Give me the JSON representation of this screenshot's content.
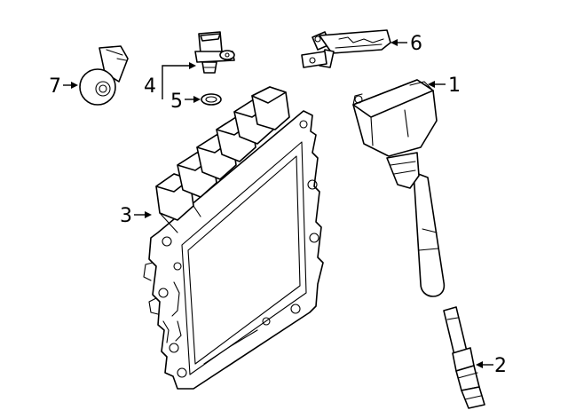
{
  "callouts": {
    "c1": "1",
    "c2": "2",
    "c3": "3",
    "c4": "4",
    "c5": "5",
    "c6": "6",
    "c7": "7"
  },
  "parts": [
    {
      "callout": "1",
      "icon": "ignition-coil-icon"
    },
    {
      "callout": "2",
      "icon": "spark-plug-icon"
    },
    {
      "callout": "3",
      "icon": "engine-control-module-icon"
    },
    {
      "callout": "4",
      "icon": "sensor-icon"
    },
    {
      "callout": "5",
      "icon": "o-ring-seal-icon"
    },
    {
      "callout": "6",
      "icon": "sensor-bracket-icon"
    },
    {
      "callout": "7",
      "icon": "knock-sensor-icon"
    }
  ],
  "colors": {
    "line": "#000000",
    "background": "#ffffff"
  }
}
